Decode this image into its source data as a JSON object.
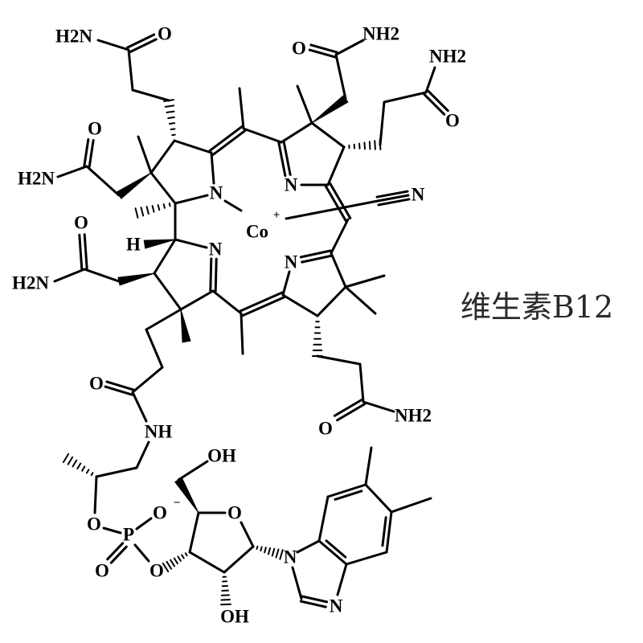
{
  "caption": "维生素B12",
  "labels": {
    "a1_n": "H2N",
    "a1_o": "O",
    "a2_o": "O",
    "a2_n": "H2N",
    "a3_o": "O",
    "a3_n": "H2N",
    "a4_o": "O",
    "a4_n": "NH2",
    "a5_o": "O",
    "a5_n": "NH2",
    "a6_o": "O",
    "a6_n": "NH2",
    "amide_o": "O",
    "amide_nh": "NH",
    "n_a": "N",
    "n_b": "N",
    "n_c": "N",
    "n_d": "N",
    "co": "Co",
    "co_charge": "+",
    "cn_n": "N",
    "h": "H",
    "ester_o": "O",
    "p": "P",
    "o_minus": "O",
    "o_minus_charge": "−",
    "p_dbl_o": "O",
    "sugar_o3": "O",
    "ring_o": "O",
    "oh_top": "OH",
    "oh_bottom": "OH",
    "bzim_n1": "N",
    "bzim_n3": "N"
  }
}
